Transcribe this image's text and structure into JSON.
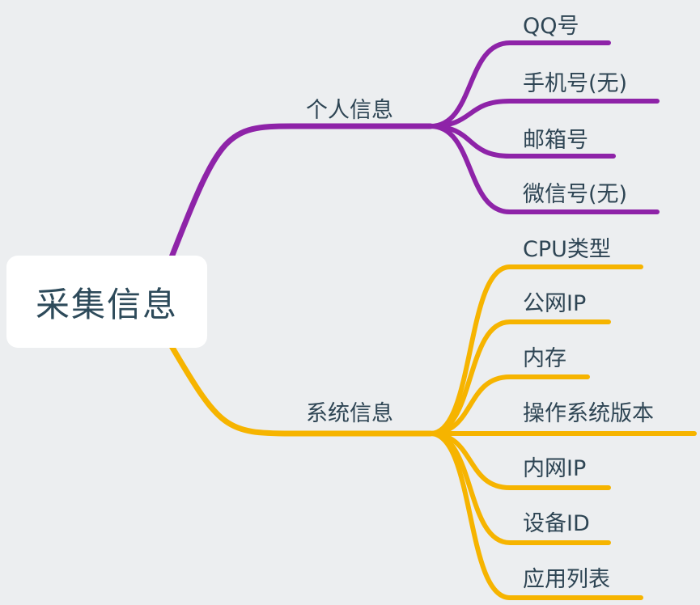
{
  "root": {
    "label": "采集信息"
  },
  "branches": [
    {
      "label": "个人信息",
      "color": "#8e23a8",
      "children": [
        "QQ号",
        "手机号(无)",
        "邮箱号",
        "微信号(无)"
      ]
    },
    {
      "label": "系统信息",
      "color": "#f6b400",
      "children": [
        "CPU类型",
        "公网IP",
        "内存",
        "操作系统版本",
        "内网IP",
        "设备ID",
        "应用列表"
      ]
    }
  ]
}
